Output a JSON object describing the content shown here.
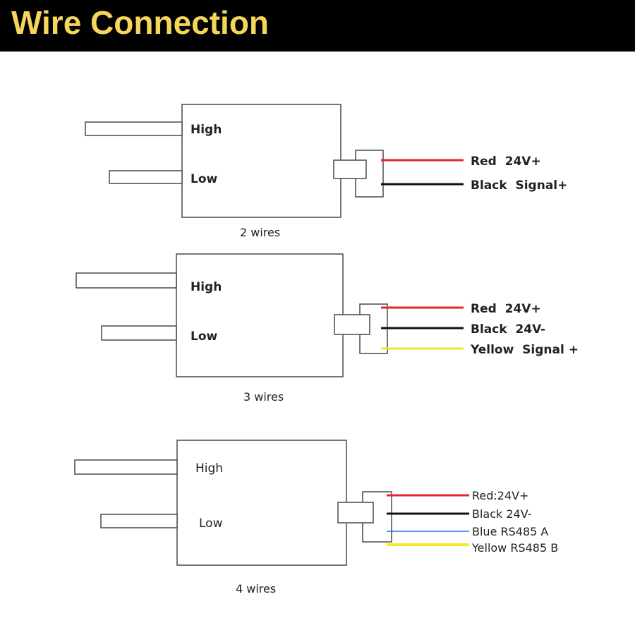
{
  "header": {
    "title": "Wire Connection"
  },
  "diagrams": [
    {
      "caption": "2 wires",
      "ports": {
        "high": "High",
        "low": "Low"
      },
      "wires": [
        {
          "color_name": "Red",
          "label": "Red  24V+",
          "color": "#e8232a"
        },
        {
          "color_name": "Black",
          "label": "Black  Signal+",
          "color": "#111111"
        }
      ]
    },
    {
      "caption": "3 wires",
      "ports": {
        "high": "High",
        "low": "Low"
      },
      "wires": [
        {
          "color_name": "Red",
          "label": "Red  24V+",
          "color": "#e8232a"
        },
        {
          "color_name": "Black",
          "label": "Black  24V-",
          "color": "#111111"
        },
        {
          "color_name": "Yellow",
          "label": "Yellow  Signal +",
          "color": "#f3e22c"
        }
      ]
    },
    {
      "caption": "4 wires",
      "ports": {
        "high": "High",
        "low": "Low"
      },
      "wires": [
        {
          "color_name": "Red",
          "label": "Red:24V+",
          "color": "#e8232a"
        },
        {
          "color_name": "Black",
          "label": "Black 24V-",
          "color": "#111111"
        },
        {
          "color_name": "Blue",
          "label": "Blue RS485 A",
          "color": "#2f6fd6"
        },
        {
          "color_name": "Yellow",
          "label": "Yellow RS485 B",
          "color": "#f6ea2a"
        }
      ]
    }
  ]
}
